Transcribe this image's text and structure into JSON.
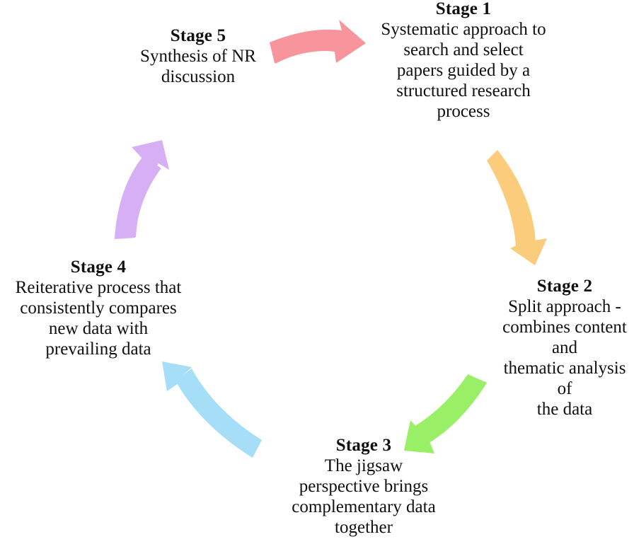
{
  "diagram": {
    "type": "cyclical-process",
    "background_color": "#FFFFFF",
    "text_color": "#101010",
    "stages": [
      {
        "id": "stage-1",
        "title": "Stage 1",
        "body": "Systematic approach to\nsearch and select\npapers guided by a\nstructured research\nprocess"
      },
      {
        "id": "stage-2",
        "title": "Stage 2",
        "body": "Split approach -\ncombines content and\nthematic analysis of\nthe data"
      },
      {
        "id": "stage-3",
        "title": "Stage 3",
        "body": "The jigsaw\nperspective brings\ncomplementary data\ntogether"
      },
      {
        "id": "stage-4",
        "title": "Stage 4",
        "body": "Reiterative process that\nconsistently compares\nnew data with\nprevailing data"
      },
      {
        "id": "stage-5",
        "title": "Stage 5",
        "body": "Synthesis of NR\ndiscussion"
      }
    ],
    "arrows": [
      {
        "id": "arrow-stage5-to-stage1",
        "from": "Stage 5",
        "to": "Stage 1",
        "color": "#F8949C",
        "direction": "right"
      },
      {
        "id": "arrow-stage1-to-stage2",
        "from": "Stage 1",
        "to": "Stage 2",
        "color": "#FBCC7B",
        "direction": "down"
      },
      {
        "id": "arrow-stage2-to-stage3",
        "from": "Stage 2",
        "to": "Stage 3",
        "color": "#99F067",
        "direction": "down-left"
      },
      {
        "id": "arrow-stage3-to-stage4",
        "from": "Stage 3",
        "to": "Stage 4",
        "color": "#A6DEF7",
        "direction": "up-left"
      },
      {
        "id": "arrow-stage4-to-stage5",
        "from": "Stage 4",
        "to": "Stage 5",
        "color": "#D7AFF5",
        "direction": "up-right"
      }
    ]
  }
}
